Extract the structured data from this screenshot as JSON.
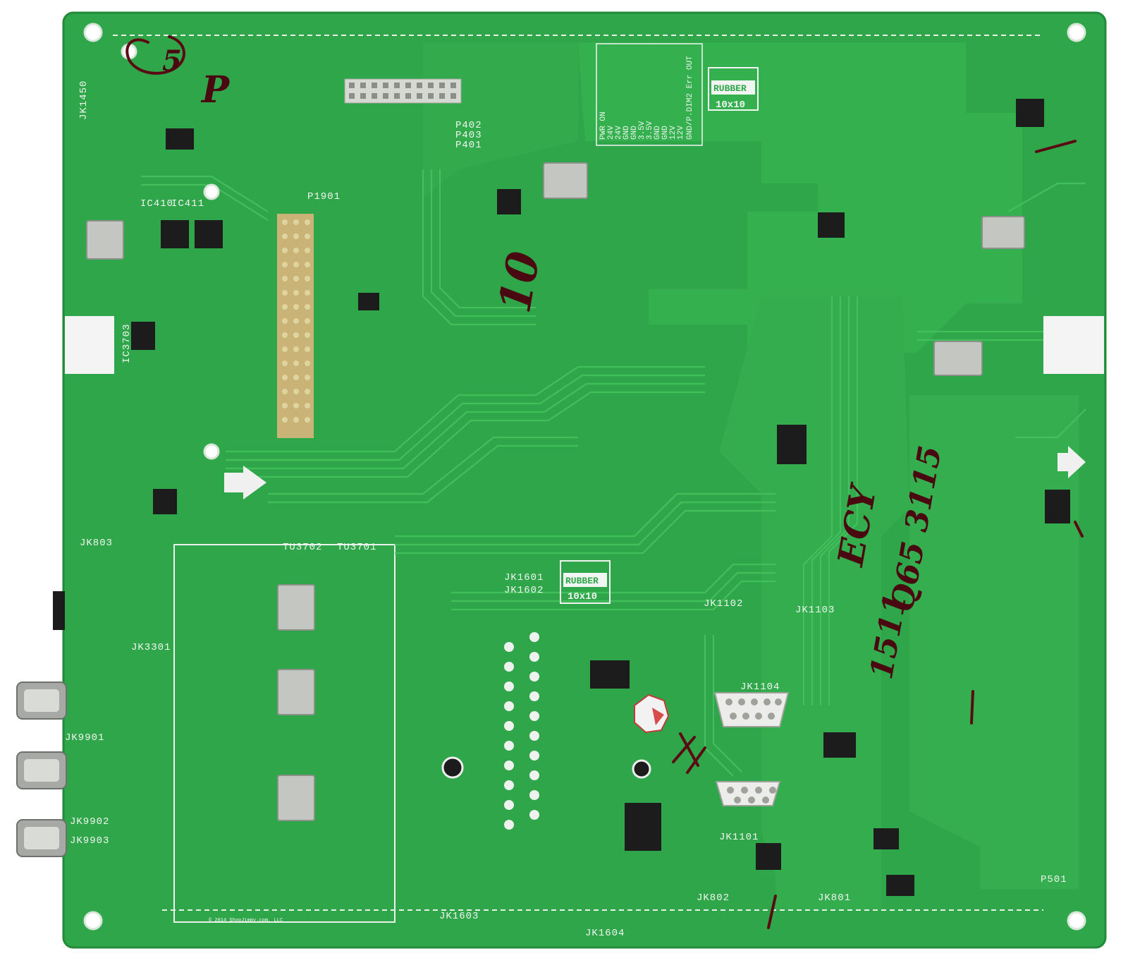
{
  "photo": {
    "subject": "tv-main-circuit-board",
    "colors": {
      "background": "#ffffff",
      "board": "#2fa64a",
      "board_edge": "#238a3a",
      "trace": "#43c05e",
      "copper_fill": "#35b04f",
      "silkscreen": "#f2f6f2",
      "chip": "#1c1c1c",
      "connector_metal": "#b9bcb8",
      "rca_metal": "#a7a9a6",
      "marker_ink": "#5a0a12",
      "pad_gold": "#d9c27a"
    }
  },
  "silkscreen": {
    "jk1450": "JK1450",
    "ic410": "IC410",
    "ic411": "IC411",
    "ic3703": "IC3703",
    "p1901": "P1901",
    "p402": "P402",
    "p403": "P403",
    "p401": "P401",
    "jk803": "JK803",
    "jk3301": "JK3301",
    "jk9901": "JK9901",
    "jk9902": "JK9902",
    "jk9903": "JK9903",
    "tu3702": "TU3702",
    "tu3701": "TU3701",
    "jk1601": "JK1601",
    "jk1602": "JK1602",
    "jk1603": "JK1603",
    "jk1604": "JK1604",
    "jk1102": "JK1102",
    "jk1103": "JK1103",
    "jk1104": "JK1104",
    "jk1101": "JK1101",
    "jk802": "JK802",
    "jk801": "JK801",
    "p501": "P501",
    "rubber_top_line1": "RUBBER",
    "rubber_top_line2": "10x10",
    "rubber_mid_line1": "RUBBER",
    "rubber_mid_line2": "10x10",
    "pin_labels": [
      "PWR ON",
      "24V",
      "24V",
      "GND",
      "GND",
      "3.5V",
      "3.5V",
      "GND",
      "GND",
      "12V",
      "12V",
      "GND/P.DIM2 Err OUT"
    ],
    "copyright": "© 2014 ShopJimmy.com, LLC"
  },
  "handwriting": {
    "top_left_digit": "5",
    "top_left_letter": "P",
    "center_number": "10",
    "right_word": "ECY",
    "right_code": "Q65 3115",
    "right_code_2": "1511"
  }
}
